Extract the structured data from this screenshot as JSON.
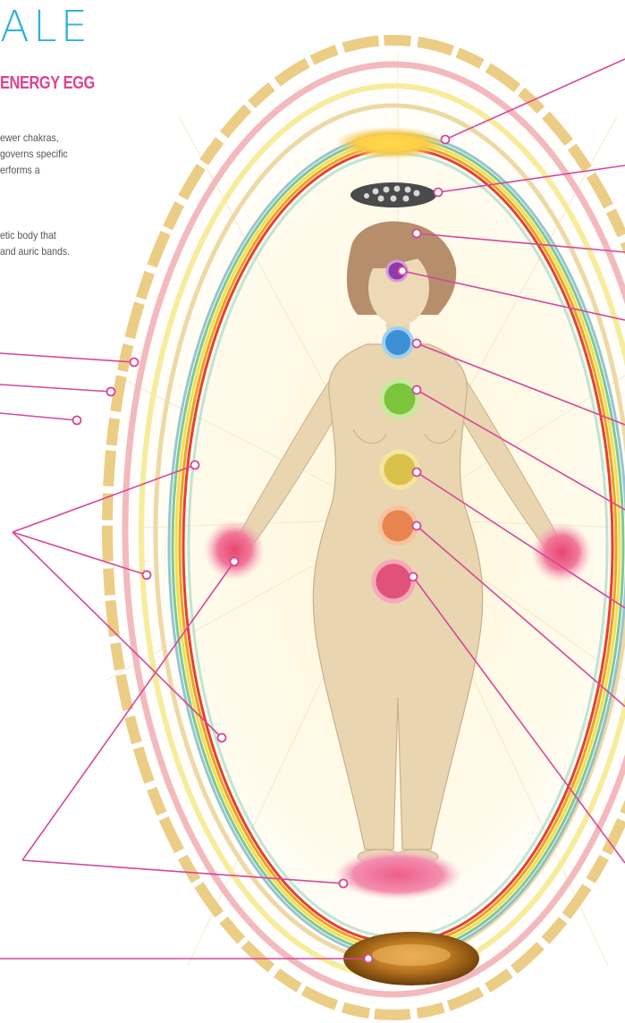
{
  "header": {
    "title": "ALE",
    "subtitle": "ENERGY EGG"
  },
  "description": {
    "paragraph1": [
      "ewer chakras,",
      "governs specific",
      "erforms a"
    ],
    "paragraph2": [
      "etic body that",
      "and auric bands."
    ]
  },
  "colors": {
    "title": "#2fb4d8",
    "subtitle": "#e0428e",
    "leader_line": "#d6479a",
    "body": "#e6d2ad",
    "hair": "#b68e6c",
    "outer_aura": "#e8c878",
    "pink_band": "#f0b3b8",
    "rainbow_red": "#e5402f",
    "rainbow_orange": "#f0a020",
    "rainbow_yellow": "#f2e04a",
    "rainbow_green": "#7fc79a",
    "rainbow_blue": "#7ab8c8",
    "chakra_crown": "#8e3aa8",
    "chakra_throat": "#3d8fd6",
    "chakra_heart": "#7cc43a",
    "chakra_solar": "#d9c24a",
    "chakra_sacral": "#e8844e",
    "chakra_root": "#e05278",
    "hand_chakra": "#ef5a88",
    "earth_star": "#b0701e"
  }
}
